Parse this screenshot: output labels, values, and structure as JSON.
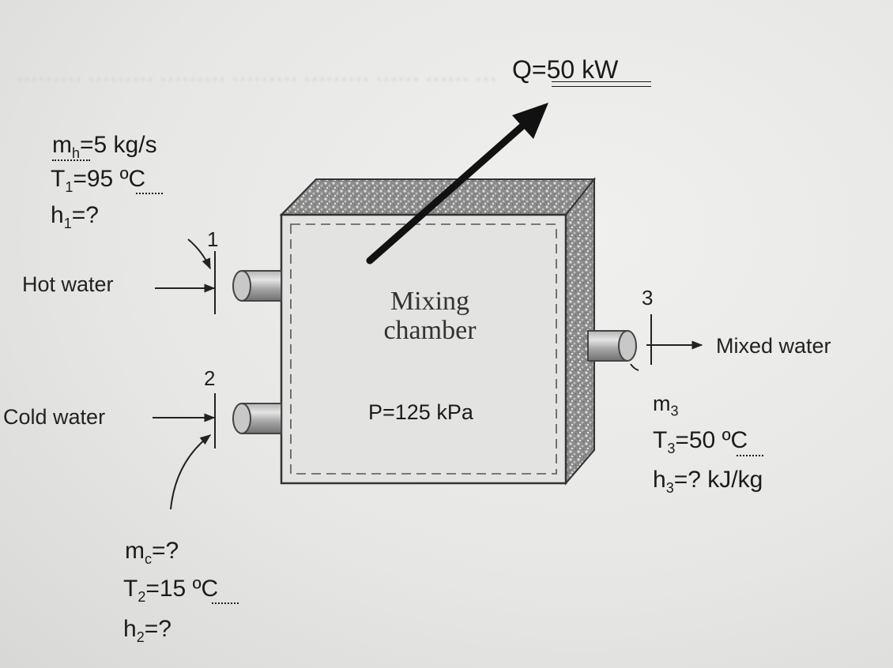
{
  "heat": {
    "label": "Q=50  kW"
  },
  "chamber": {
    "name_line1": "Mixing",
    "name_line2": "chamber",
    "pressure": "P=125 kPa"
  },
  "inlet1": {
    "number": "1",
    "stream": "Hot water",
    "mass_flow": {
      "symbol": "m",
      "subscript": "h",
      "value": "=5 kg/s"
    },
    "temperature": {
      "symbol": "T",
      "subscript": "1",
      "value": "=95 ºC"
    },
    "enthalpy": {
      "symbol": "h",
      "subscript": "1",
      "value": "=?"
    }
  },
  "inlet2": {
    "number": "2",
    "stream": "Cold water",
    "mass_flow": {
      "symbol": "m",
      "subscript": "c",
      "value": "=?"
    },
    "temperature": {
      "symbol": "T",
      "subscript": "2",
      "value": "=15 ºC"
    },
    "enthalpy": {
      "symbol": "h",
      "subscript": "2",
      "value": "=?"
    }
  },
  "outlet3": {
    "number": "3",
    "stream": "Mixed water",
    "mass_flow": {
      "symbol": "m",
      "subscript": "3",
      "value": ""
    },
    "temperature": {
      "symbol": "T",
      "subscript": "3",
      "value": "=50 ºC"
    },
    "enthalpy": {
      "symbol": "h",
      "subscript": "3",
      "value": "=? kJ/kg"
    }
  }
}
